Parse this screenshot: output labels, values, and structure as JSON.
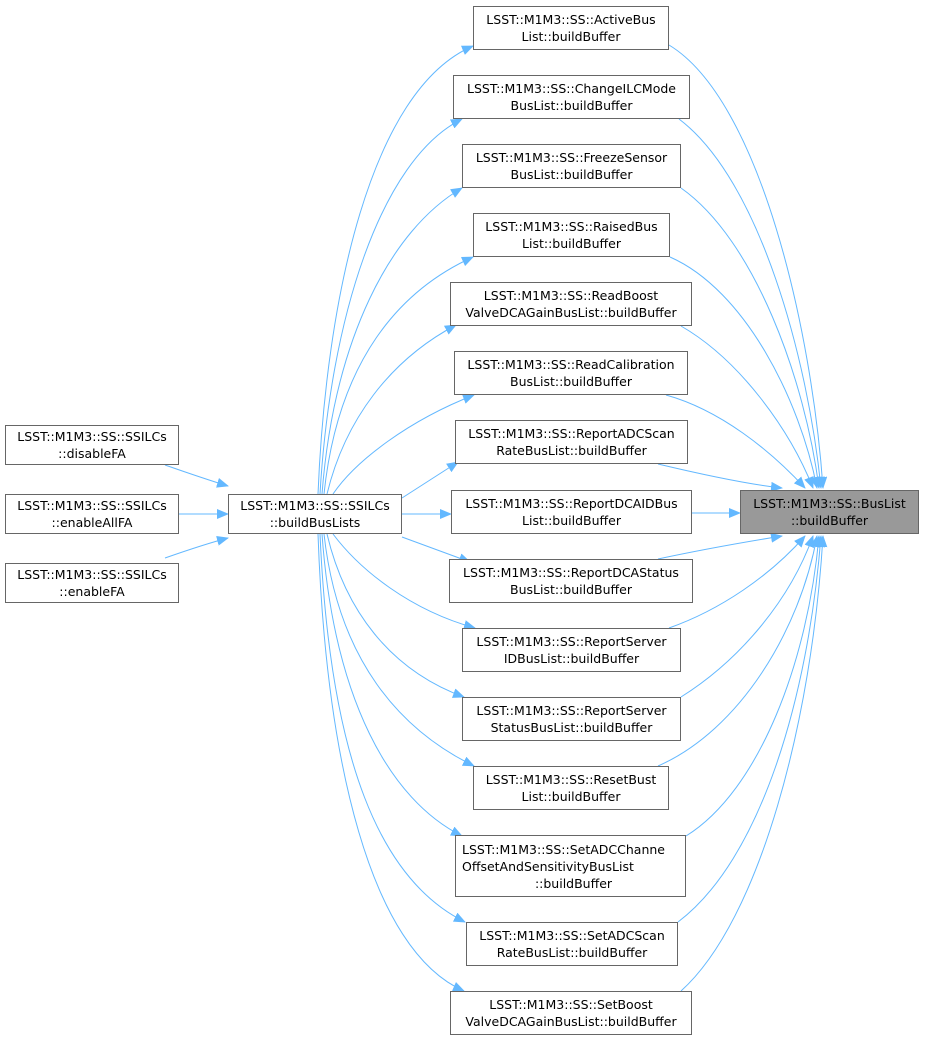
{
  "colors": {
    "edge": "#63b8ff",
    "node_border": "#666666",
    "focus_fill": "#999999"
  },
  "nodes": {
    "disable_fa": [
      "LSST::M1M3::SS::SSILCs",
      "::disableFA"
    ],
    "enable_all_fa": [
      "LSST::M1M3::SS::SSILCs",
      "::enableAllFA"
    ],
    "enable_fa": [
      "LSST::M1M3::SS::SSILCs",
      "::enableFA"
    ],
    "build_bus_lists": [
      "LSST::M1M3::SS::SSILCs",
      "::buildBusLists"
    ],
    "active_bus": [
      "LSST::M1M3::SS::ActiveBus",
      "List::buildBuffer"
    ],
    "change_ilc_mode": [
      "LSST::M1M3::SS::ChangeILCMode",
      "BusList::buildBuffer"
    ],
    "freeze_sensor": [
      "LSST::M1M3::SS::FreezeSensor",
      "BusList::buildBuffer"
    ],
    "raised_bus": [
      "LSST::M1M3::SS::RaisedBus",
      "List::buildBuffer"
    ],
    "read_boost_valve": [
      "LSST::M1M3::SS::ReadBoost",
      "ValveDCAGainBusList::buildBuffer"
    ],
    "read_calibration": [
      "LSST::M1M3::SS::ReadCalibration",
      "BusList::buildBuffer"
    ],
    "report_adc_scan": [
      "LSST::M1M3::SS::ReportADCScan",
      "RateBusList::buildBuffer"
    ],
    "report_dcaid_bus": [
      "LSST::M1M3::SS::ReportDCAIDBus",
      "List::buildBuffer"
    ],
    "report_dca_status": [
      "LSST::M1M3::SS::ReportDCAStatus",
      "BusList::buildBuffer"
    ],
    "report_server_id": [
      "LSST::M1M3::SS::ReportServer",
      "IDBusList::buildBuffer"
    ],
    "report_server_status": [
      "LSST::M1M3::SS::ReportServer",
      "StatusBusList::buildBuffer"
    ],
    "reset_bust": [
      "LSST::M1M3::SS::ResetBust",
      "List::buildBuffer"
    ],
    "set_adc_channel": [
      "LSST::M1M3::SS::SetADCChanne",
      "OffsetAndSensitivityBusList",
      "::buildBuffer"
    ],
    "set_adc_scan": [
      "LSST::M1M3::SS::SetADCScan",
      "RateBusList::buildBuffer"
    ],
    "set_boost_valve": [
      "LSST::M1M3::SS::SetBoost",
      "ValveDCAGainBusList::buildBuffer"
    ],
    "bus_list": [
      "LSST::M1M3::SS::BusList",
      "::buildBuffer"
    ]
  }
}
